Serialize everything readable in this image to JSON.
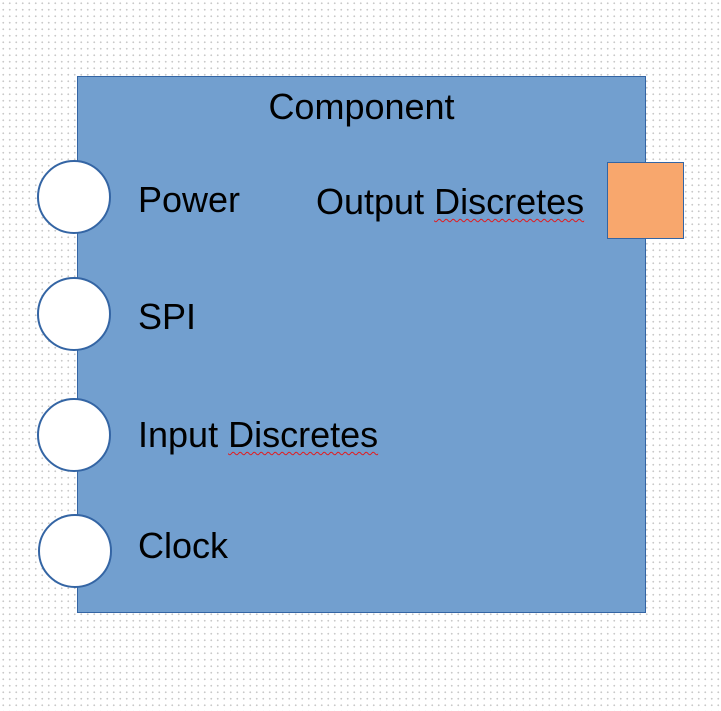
{
  "component": {
    "title": "Component",
    "fill_color": "#729fcf",
    "border_color": "#3465a4"
  },
  "inputs": [
    {
      "label": "Power"
    },
    {
      "label": "SPI"
    },
    {
      "label_prefix": "Input ",
      "label_word": "Discretes"
    },
    {
      "label": "Clock"
    }
  ],
  "outputs": [
    {
      "label_prefix": "Output ",
      "label_word": "Discretes",
      "fill_color": "#f8a76d"
    }
  ],
  "input_port_color": "#ffffff"
}
